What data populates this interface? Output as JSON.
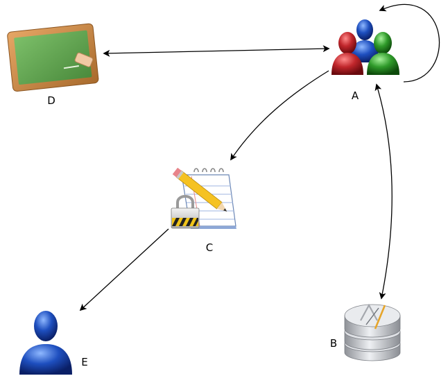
{
  "nodes": [
    {
      "id": "A",
      "label": "A",
      "icon": "user-group-icon"
    },
    {
      "id": "B",
      "label": "B",
      "icon": "database-icon"
    },
    {
      "id": "C",
      "label": "C",
      "icon": "locked-notepad-icon"
    },
    {
      "id": "D",
      "label": "D",
      "icon": "chalkboard-icon"
    },
    {
      "id": "E",
      "label": "E",
      "icon": "user-icon"
    }
  ],
  "edges": [
    {
      "from": "A",
      "to": "A",
      "direction": "self-loop"
    },
    {
      "from": "A",
      "to": "D",
      "direction": "both"
    },
    {
      "from": "A",
      "to": "C",
      "direction": "forward"
    },
    {
      "from": "A",
      "to": "B",
      "direction": "both"
    },
    {
      "from": "C",
      "to": "E",
      "direction": "forward"
    }
  ],
  "colors": {
    "chalkboard_frame": "#c98a4a",
    "chalkboard_surface": "#5fa04f",
    "user_red": "#c0262b",
    "user_blue": "#1e4fbf",
    "user_green": "#2f9a2a",
    "database_silver": "#b9bcc2",
    "notepad_paper": "#ffffff",
    "pencil_yellow": "#f5c222",
    "edge_color": "#000000"
  }
}
